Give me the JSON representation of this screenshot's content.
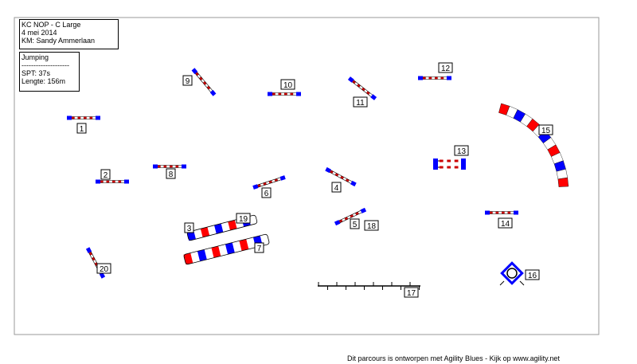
{
  "header": {
    "title": "KC NOP - C Large",
    "date": "4  mei 2014",
    "judge": "KM: Sandy Ammerlaan"
  },
  "info": {
    "class": "Jumping",
    "separator": "--------------------",
    "spt": "SPT:  37s",
    "length": "Lengte: 156m"
  },
  "footer": "Dit parcours is ontworpen met Agility Blues - Kijk op www.agility.net",
  "colors": {
    "blue": "#0000ff",
    "red": "#ff0000",
    "white": "#ffffff",
    "black": "#000000",
    "pole_red": "#cc0000"
  },
  "obstacles": [
    {
      "label": "1",
      "type": "hurdle"
    },
    {
      "label": "2",
      "type": "hurdle"
    },
    {
      "label": "3",
      "type": "tunnel"
    },
    {
      "label": "4",
      "type": "hurdle"
    },
    {
      "label": "5",
      "type": "hurdle"
    },
    {
      "label": "6",
      "type": "hurdle"
    },
    {
      "label": "7",
      "type": "tunnel"
    },
    {
      "label": "8",
      "type": "hurdle"
    },
    {
      "label": "9",
      "type": "hurdle"
    },
    {
      "label": "10",
      "type": "hurdle"
    },
    {
      "label": "11",
      "type": "hurdle"
    },
    {
      "label": "12",
      "type": "hurdle"
    },
    {
      "label": "13",
      "type": "double-hurdle"
    },
    {
      "label": "14",
      "type": "hurdle"
    },
    {
      "label": "15",
      "type": "curved-tunnel"
    },
    {
      "label": "16",
      "type": "tire"
    },
    {
      "label": "17",
      "type": "weave-poles"
    },
    {
      "label": "18",
      "type": "label"
    },
    {
      "label": "19",
      "type": "label"
    },
    {
      "label": "20",
      "type": "hurdle"
    }
  ]
}
